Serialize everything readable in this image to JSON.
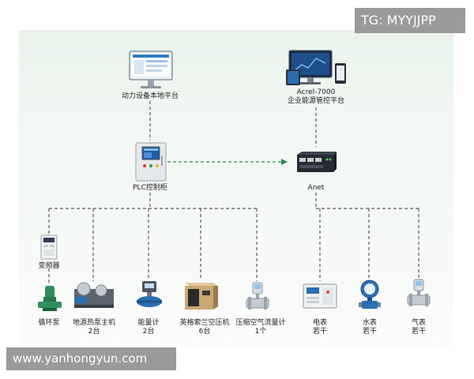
{
  "watermarks": {
    "top_right": "TG: MYYJJPP",
    "bottom_left": "www.yanhongyun.com"
  },
  "nodes": {
    "local_platform": {
      "label": "动力设备本地平台"
    },
    "acrel_platform": {
      "line1": "Acrel-7000",
      "line2": "企业能源管控平台"
    },
    "plc_cabinet": {
      "label": "PLC控制柜"
    },
    "anet_gateway": {
      "label": "Anet"
    },
    "vfd": {
      "label": "变频器"
    }
  },
  "devices": [
    {
      "name": "circulation-pump",
      "line1": "循环泵",
      "line2": ""
    },
    {
      "name": "ground-source-heat-pump",
      "line1": "地源热泵主机",
      "line2": "2台"
    },
    {
      "name": "energy-meter",
      "line1": "能量计",
      "line2": "2台"
    },
    {
      "name": "air-compressor",
      "line1": "英格索兰空压机",
      "line2": "6台"
    },
    {
      "name": "compressed-air-flowmeter",
      "line1": "压缩空气流量计",
      "line2": "1个"
    },
    {
      "name": "electric-meter",
      "line1": "电表",
      "line2": "若干"
    },
    {
      "name": "water-meter",
      "line1": "水表",
      "line2": "若干"
    },
    {
      "name": "gas-meter",
      "line1": "气表",
      "line2": "若干"
    }
  ],
  "colors": {
    "link_line": "#5a5a5a",
    "link_arrow": "#2e8b57",
    "panel_top": "#e9f3ec",
    "device_green": "#2f8f5b",
    "device_blue": "#2a6fb5"
  },
  "icons": {
    "local_platform": "computer-monitor-icon",
    "acrel_platform": "monitor-tablet-phone-icon",
    "plc_cabinet": "control-cabinet-icon",
    "anet_gateway": "gateway-box-icon",
    "vfd": "inverter-icon"
  }
}
